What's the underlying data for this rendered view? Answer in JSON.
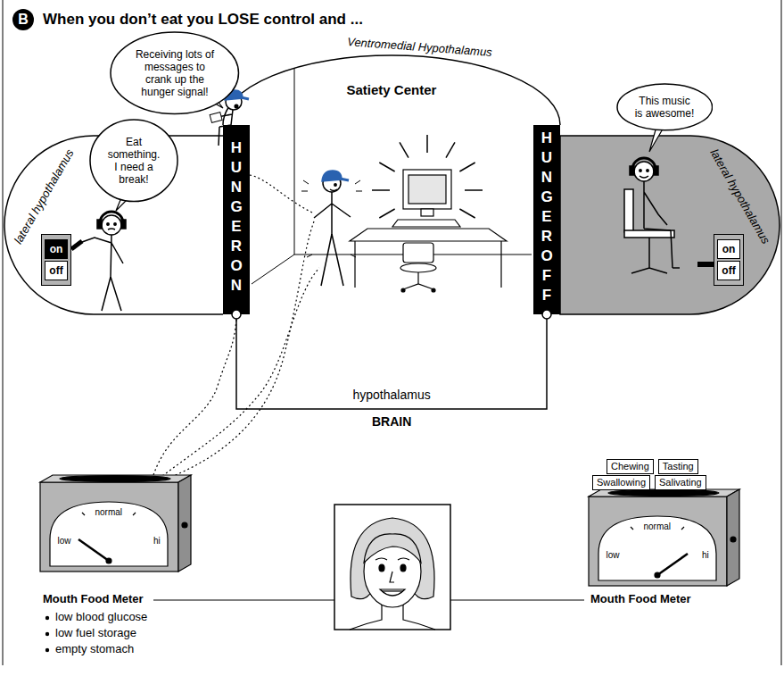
{
  "diagram": {
    "title": "When you don’t eat you LOSE control and ...",
    "nodes": [
      {
        "text": [
          "Receiving lots of messages to crank up the hunger signal!"
        ]
      },
      {
        "text": [
          "Eat something. I need a break!"
        ]
      },
      {
        "text": [
          "on",
          "off"
        ]
      },
      {
        "text": [
          "HUNGER ON"
        ]
      },
      {
        "text": [
          "HUNGER OFF"
        ]
      },
      {
        "text": [
          "This music is awesome!"
        ]
      },
      {
        "text": [
          "on",
          "off"
        ]
      },
      {
        "text": [
          "Chewing"
        ]
      },
      {
        "text": [
          "Tasting"
        ]
      },
      {
        "text": [
          "Swallowing"
        ]
      },
      {
        "text": [
          "Salivating"
        ]
      }
    ],
    "labels": [
      "B",
      "Ventromedial Hypothalamus",
      "lateral hypothalamus",
      "lateral hypothalamus",
      "Satiety Center",
      "hypothalamus",
      "BRAIN",
      "low",
      "normal",
      "hi",
      "Mouth Food Meter",
      "low blood glucose",
      "low fuel storage",
      "empty stomach",
      "low",
      "normal",
      "hi",
      "Mouth Food Meter"
    ]
  }
}
